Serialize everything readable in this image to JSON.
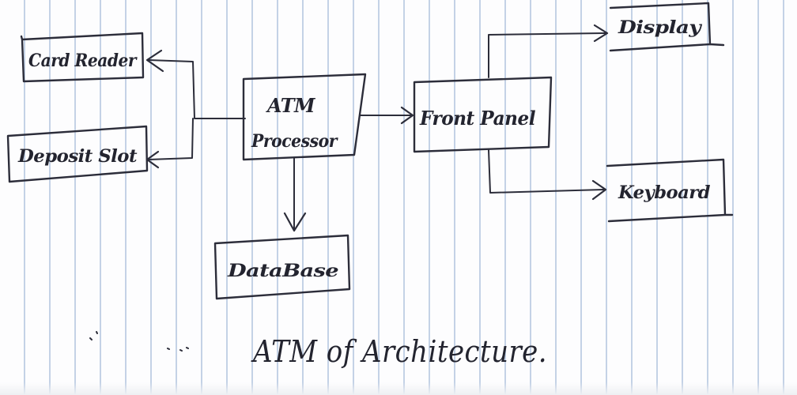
{
  "nodes": {
    "card_reader": "Card Reader",
    "deposit_slot": "Deposit Slot",
    "atm_processor_line1": "ATM",
    "atm_processor_line2": "Processor",
    "database": "DataBase",
    "front_panel": "Front Panel",
    "display": "Display",
    "keyboard": "Keyboard"
  },
  "caption": "ATM of Architecture.",
  "colors": {
    "ink": "#2c2d3a",
    "paper": "#fdfdfe",
    "rule_lines": "#c4d2e6"
  }
}
